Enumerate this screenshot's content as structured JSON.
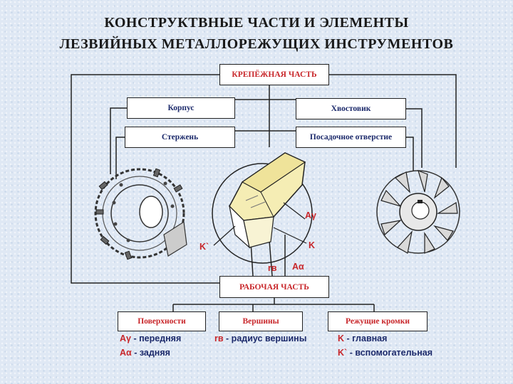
{
  "title": {
    "line1": "КОНСТРУКТВНЫЕ ЧАСТИ И ЭЛЕМЕНТЫ",
    "line2": "ЛЕЗВИЙНЫХ МЕТАЛЛОРЕЖУЩИХ ИНСТРУМЕНТОВ"
  },
  "boxes": {
    "mount": "КРЕПЁЖНАЯ ЧАСТЬ",
    "body": "Корпус",
    "shank": "Хвостовик",
    "rod": "Стержень",
    "bore": "Посадочное отверстие",
    "working": "РАБОЧАЯ ЧАСТЬ",
    "surfaces": "Поверхности",
    "vertices": "Вершины",
    "edges": "Режущие кромки"
  },
  "figure_labels": {
    "a_gamma": "Aγ",
    "k": "K",
    "k_prime": "K`",
    "r_b": "rв",
    "a_alpha": "Aα"
  },
  "legend": {
    "surfaces": [
      {
        "sym": "Aγ",
        "text": "- передняя"
      },
      {
        "sym": "Aα",
        "text": "- задняя"
      }
    ],
    "vertices": [
      {
        "sym": "rв",
        "text": "- радиус вершины"
      }
    ],
    "edges": [
      {
        "sym": "K",
        "text": "- главная"
      },
      {
        "sym": "K`",
        "text": "- вспомогательная"
      }
    ]
  },
  "colors": {
    "accent": "#c8262a",
    "dark_text": "#1c2a6b",
    "insert_fill": "#f5edb4"
  }
}
